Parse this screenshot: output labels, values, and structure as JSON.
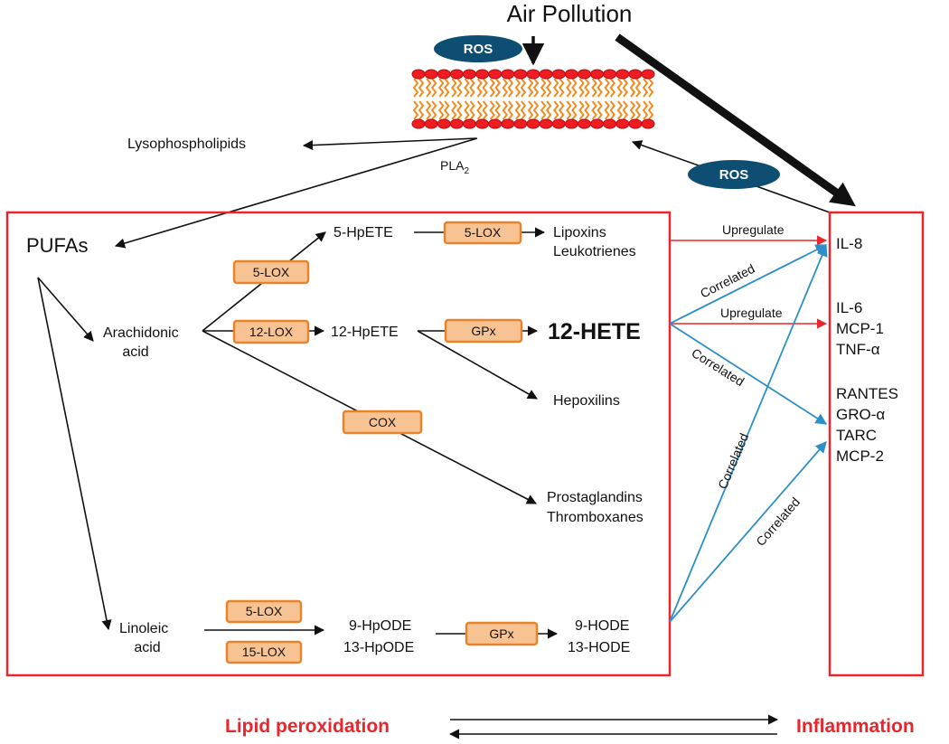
{
  "top": {
    "air_pollution": "Air Pollution",
    "ros_top": "ROS",
    "ros_right": "ROS",
    "lysophospholipids": "Lysophospholipids",
    "pla": "PLA",
    "pla_sub": "2"
  },
  "lipid_box": {
    "pufas": "PUFAs",
    "arachidonic_line1": "Arachidonic",
    "arachidonic_line2": "acid",
    "linoleic_line1": "Linoleic",
    "linoleic_line2": "acid",
    "hpete5": "5-HpETE",
    "hpete12": "12-HpETE",
    "lipoxins": "Lipoxins",
    "leukotrienes": "Leukotrienes",
    "hete12": "12-HETE",
    "hepoxilins": "Hepoxilins",
    "prostaglandins": "Prostaglandins",
    "thromboxanes": "Thromboxanes",
    "hpode9": "9-HpODE",
    "hpode13": "13-HpODE",
    "hode9": "9-HODE",
    "hode13": "13-HODE"
  },
  "enzymes": {
    "lox5_upper": "5-LOX",
    "lox5_right": "5-LOX",
    "lox12": "12-LOX",
    "gpx_hete": "GPx",
    "cox": "COX",
    "lox5_lin": "5-LOX",
    "lox15_lin": "15-LOX",
    "gpx_hode": "GPx"
  },
  "relations": {
    "upregulate1": "Upregulate",
    "upregulate2": "Upregulate",
    "correlated1": "Correlated",
    "correlated2": "Correlated",
    "correlated3": "Correlated",
    "correlated4": "Correlated"
  },
  "inflammation_box": {
    "il8": "IL-8",
    "il6": "IL-6",
    "mcp1": "MCP-1",
    "tnfa": "TNF-α",
    "rantes": "RANTES",
    "groa": "GRO-α",
    "tarc": "TARC",
    "mcp2": "MCP-2"
  },
  "bottom": {
    "lipid_peroxidation": "Lipid peroxidation",
    "inflammation": "Inflammation"
  },
  "colors": {
    "red": "#e8262b",
    "blue": "#2d8fc7",
    "enzyme_fill": "#f8c393",
    "enzyme_stroke": "#e8832a",
    "ros": "#0d4e72"
  }
}
